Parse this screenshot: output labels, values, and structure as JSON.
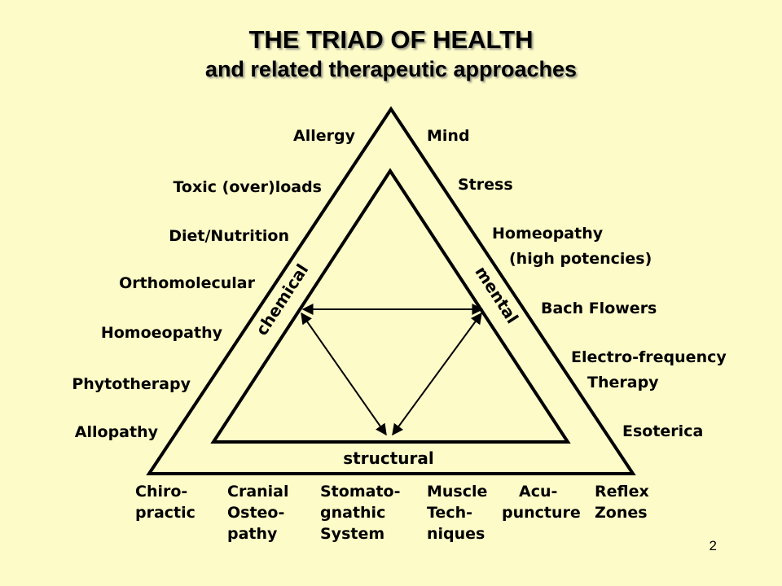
{
  "title": "THE TRIAD OF HEALTH",
  "subtitle": "and related therapeutic approaches",
  "sides": {
    "chemical": "chemical",
    "mental": "mental",
    "structural": "structural"
  },
  "left_labels": [
    "Allergy",
    "Toxic (over)loads",
    "Diet/Nutrition",
    "Orthomolecular",
    "Homoeopathy",
    "Phytotherapy",
    "Allopathy"
  ],
  "right_labels": [
    "Mind",
    "Stress",
    "Homeopathy",
    "(high potencies)",
    "Bach Flowers",
    "Electro-frequency",
    "Therapy",
    "Esoterica"
  ],
  "bottom_labels": [
    [
      "Chiro-",
      "practic"
    ],
    [
      "Cranial",
      "Osteo-",
      "pathy"
    ],
    [
      "Stomato-",
      "gnathic",
      "System"
    ],
    [
      "Muscle",
      "Tech-",
      "niques"
    ],
    [
      "Acu-",
      "puncture"
    ],
    [
      "Reflex",
      "Zones"
    ]
  ],
  "page_number": "2"
}
